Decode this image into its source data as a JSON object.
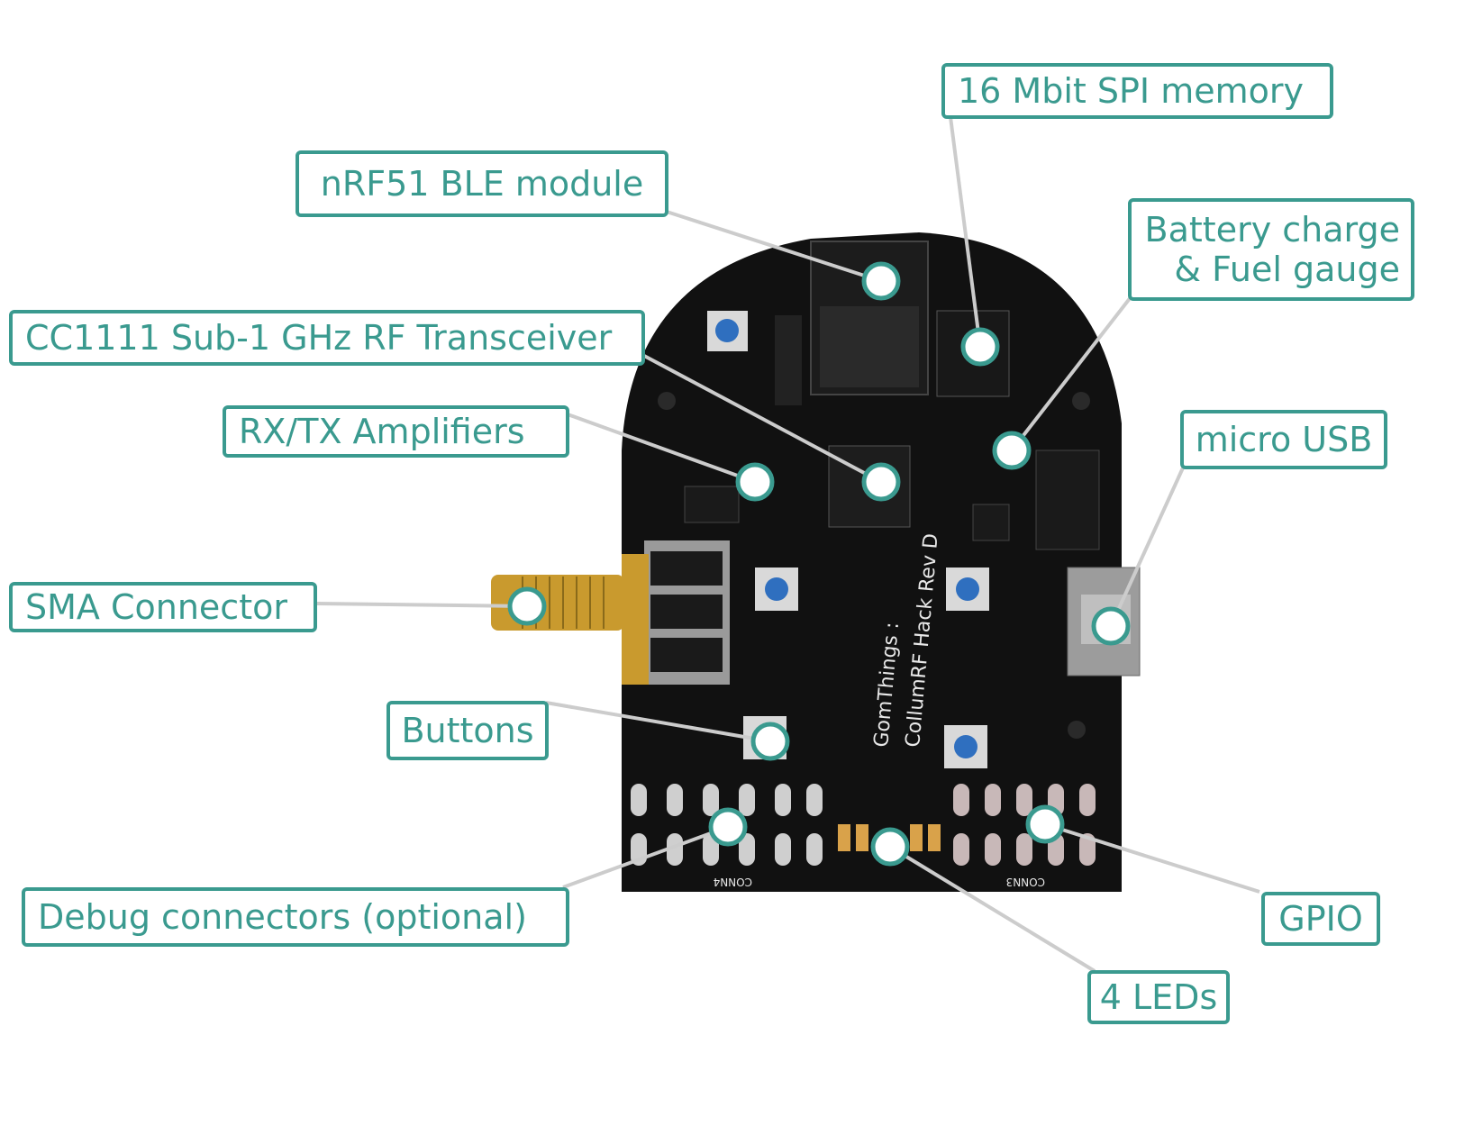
{
  "labels": {
    "spi_memory": "16 Mbit SPI memory",
    "nrf51": "nRF51 BLE module",
    "battery_line1": "Battery charge",
    "battery_line2": "& Fuel gauge",
    "cc1111": "CC1111 Sub-1 GHz RF Transceiver",
    "rxtx": "RX/TX Amplifiers",
    "micro_usb": "micro USB",
    "sma": "SMA Connector",
    "buttons": "Buttons",
    "debug": "Debug connectors (optional)",
    "gpio": "GPIO",
    "leds": "4 LEDs"
  },
  "board": {
    "silkscreen_line1": "GomThings :",
    "silkscreen_line2": "CollumRF Hack Rev D",
    "conn4": "CONN4",
    "conn3": "CONN3"
  },
  "colors": {
    "accent": "#3a9a8f",
    "pcb": "#111111",
    "connector_gold": "#c99a2e",
    "leader_line": "#cccccc"
  }
}
